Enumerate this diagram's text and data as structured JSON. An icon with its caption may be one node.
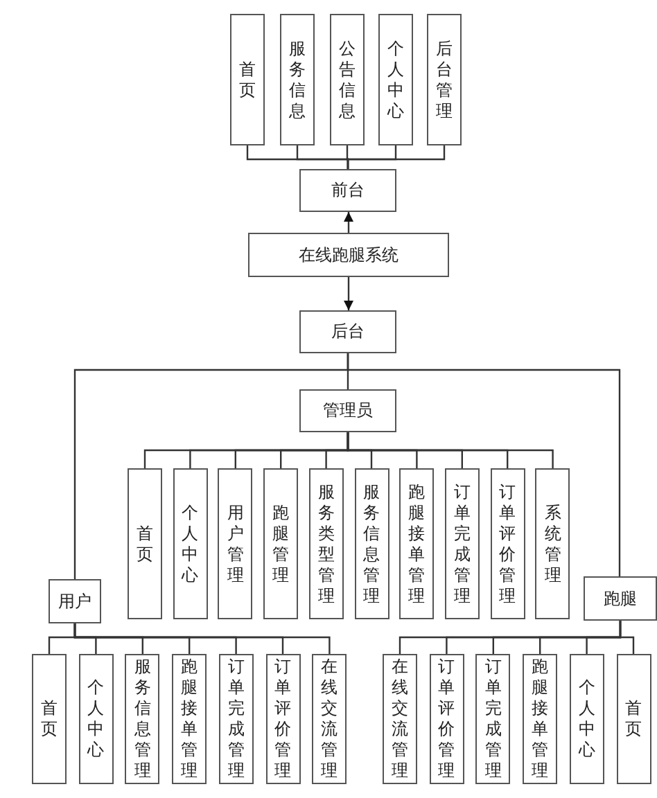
{
  "diagram": {
    "nodes": [
      {
        "text": [
          "首页"
        ]
      },
      {
        "text": [
          "服务信息"
        ]
      },
      {
        "text": [
          "公告信息"
        ]
      },
      {
        "text": [
          "个人中心"
        ]
      },
      {
        "text": [
          "后台管理"
        ]
      },
      {
        "text": [
          "前台"
        ]
      },
      {
        "text": [
          "在线跑腿系统"
        ]
      },
      {
        "text": [
          "后台"
        ]
      },
      {
        "text": [
          "管理员"
        ]
      },
      {
        "text": [
          "首页"
        ]
      },
      {
        "text": [
          "个人中心"
        ]
      },
      {
        "text": [
          "用户管理"
        ]
      },
      {
        "text": [
          "跑腿管理"
        ]
      },
      {
        "text": [
          "服务类型管理"
        ]
      },
      {
        "text": [
          "服务信息管理"
        ]
      },
      {
        "text": [
          "跑腿接单管理"
        ]
      },
      {
        "text": [
          "订单完成管理"
        ]
      },
      {
        "text": [
          "订单评价管理"
        ]
      },
      {
        "text": [
          "系统管理"
        ]
      },
      {
        "text": [
          "用户"
        ]
      },
      {
        "text": [
          "跑腿"
        ]
      },
      {
        "text": [
          "首页"
        ]
      },
      {
        "text": [
          "个人中心"
        ]
      },
      {
        "text": [
          "服务信息管理"
        ]
      },
      {
        "text": [
          "跑腿接单管理"
        ]
      },
      {
        "text": [
          "订单完成管理"
        ]
      },
      {
        "text": [
          "订单评价管理"
        ]
      },
      {
        "text": [
          "在线交流管理"
        ]
      },
      {
        "text": [
          "在线交流管理"
        ]
      },
      {
        "text": [
          "订单评价管理"
        ]
      },
      {
        "text": [
          "订单完成管理"
        ]
      },
      {
        "text": [
          "跑腿接单管理"
        ]
      },
      {
        "text": [
          "个人中心"
        ]
      },
      {
        "text": [
          "首页"
        ]
      }
    ],
    "edges": [
      {
        "from": 5,
        "to": 0,
        "arrow": "none"
      },
      {
        "from": 5,
        "to": 1,
        "arrow": "none"
      },
      {
        "from": 5,
        "to": 2,
        "arrow": "none"
      },
      {
        "from": 5,
        "to": 3,
        "arrow": "none"
      },
      {
        "from": 5,
        "to": 4,
        "arrow": "none"
      },
      {
        "from": 6,
        "to": 5,
        "arrow": "to"
      },
      {
        "from": 6,
        "to": 7,
        "arrow": "to"
      },
      {
        "from": 7,
        "to": 8,
        "arrow": "none"
      },
      {
        "from": 7,
        "to": 19,
        "arrow": "none"
      },
      {
        "from": 7,
        "to": 20,
        "arrow": "none"
      },
      {
        "from": 8,
        "to": 9,
        "arrow": "none"
      },
      {
        "from": 8,
        "to": 10,
        "arrow": "none"
      },
      {
        "from": 8,
        "to": 11,
        "arrow": "none"
      },
      {
        "from": 8,
        "to": 12,
        "arrow": "none"
      },
      {
        "from": 8,
        "to": 13,
        "arrow": "none"
      },
      {
        "from": 8,
        "to": 14,
        "arrow": "none"
      },
      {
        "from": 8,
        "to": 15,
        "arrow": "none"
      },
      {
        "from": 8,
        "to": 16,
        "arrow": "none"
      },
      {
        "from": 8,
        "to": 17,
        "arrow": "none"
      },
      {
        "from": 8,
        "to": 18,
        "arrow": "none"
      },
      {
        "from": 19,
        "to": 21,
        "arrow": "none"
      },
      {
        "from": 19,
        "to": 22,
        "arrow": "none"
      },
      {
        "from": 19,
        "to": 23,
        "arrow": "none"
      },
      {
        "from": 19,
        "to": 24,
        "arrow": "none"
      },
      {
        "from": 19,
        "to": 25,
        "arrow": "none"
      },
      {
        "from": 19,
        "to": 26,
        "arrow": "none"
      },
      {
        "from": 19,
        "to": 27,
        "arrow": "none"
      },
      {
        "from": 20,
        "to": 28,
        "arrow": "none"
      },
      {
        "from": 20,
        "to": 29,
        "arrow": "none"
      },
      {
        "from": 20,
        "to": 30,
        "arrow": "none"
      },
      {
        "from": 20,
        "to": 31,
        "arrow": "none"
      },
      {
        "from": 20,
        "to": 32,
        "arrow": "none"
      },
      {
        "from": 20,
        "to": 33,
        "arrow": "none"
      }
    ]
  }
}
